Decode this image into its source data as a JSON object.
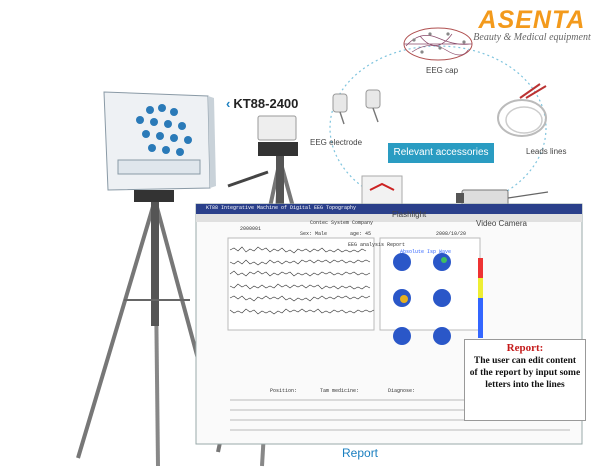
{
  "brand": {
    "name": "ASENTA",
    "tagline": "Beauty & Medical equipment",
    "color": "#f39a1c"
  },
  "model": {
    "label": "KT88-2400"
  },
  "accessories": {
    "title": "Relevant accessories",
    "eeg_cap": "EEG cap",
    "eeg_electrode": "EEG electrode",
    "leads_lines": "Leads lines",
    "flashlight": "Flashlight",
    "video_camera": "Video Camera"
  },
  "screen": {
    "window_title": "KT88 Integrative Machine of Digital EEG Topography",
    "company": "Contec System Company",
    "report_header": "EEG analysis Report",
    "map_header": "Absolute Isp Wave",
    "id_value": "2000001",
    "sex_label": "Sex: Male",
    "age_label": "age: 45",
    "date_value": "2008/10/20",
    "footer_fields": [
      "Position:",
      "Tam medicine:",
      "Diagnose:"
    ]
  },
  "report": {
    "title": "Report",
    "note_title": "Report:",
    "note_body": "The user can edit content of the report by input some letters into the lines"
  }
}
